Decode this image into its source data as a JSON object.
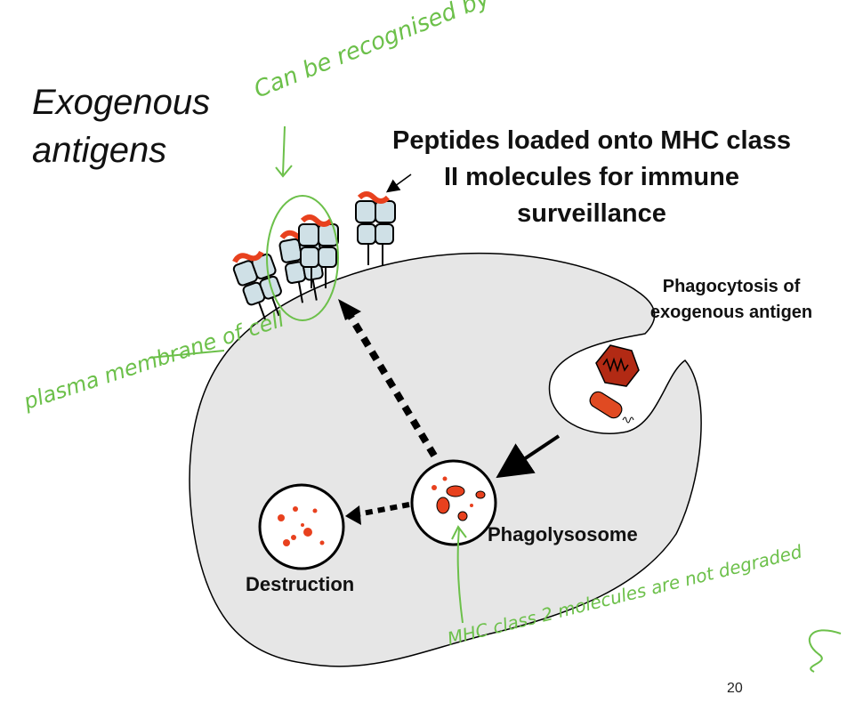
{
  "title": "Exogenous\nantigens",
  "headline": "Peptides loaded onto MHC class II molecules for immune surveillance",
  "labels": {
    "phagocytosis": "Phagocytosis of exogenous antigen",
    "phagolysosome": "Phagolysosome",
    "destruction": "Destruction"
  },
  "page_number": "20",
  "handwritten_notes": {
    "recognised": "Can be recognised by T cell??",
    "plasma_membrane": "plasma membrane of cell",
    "not_degraded": "MHC class 2 molecules are not degraded"
  },
  "colors": {
    "cell_fill": "#e6e6e6",
    "mhc_fill": "#cfe0e6",
    "peptide": "#e8411e",
    "annotation": "#6cc04a",
    "antigen": "#b22a14"
  }
}
